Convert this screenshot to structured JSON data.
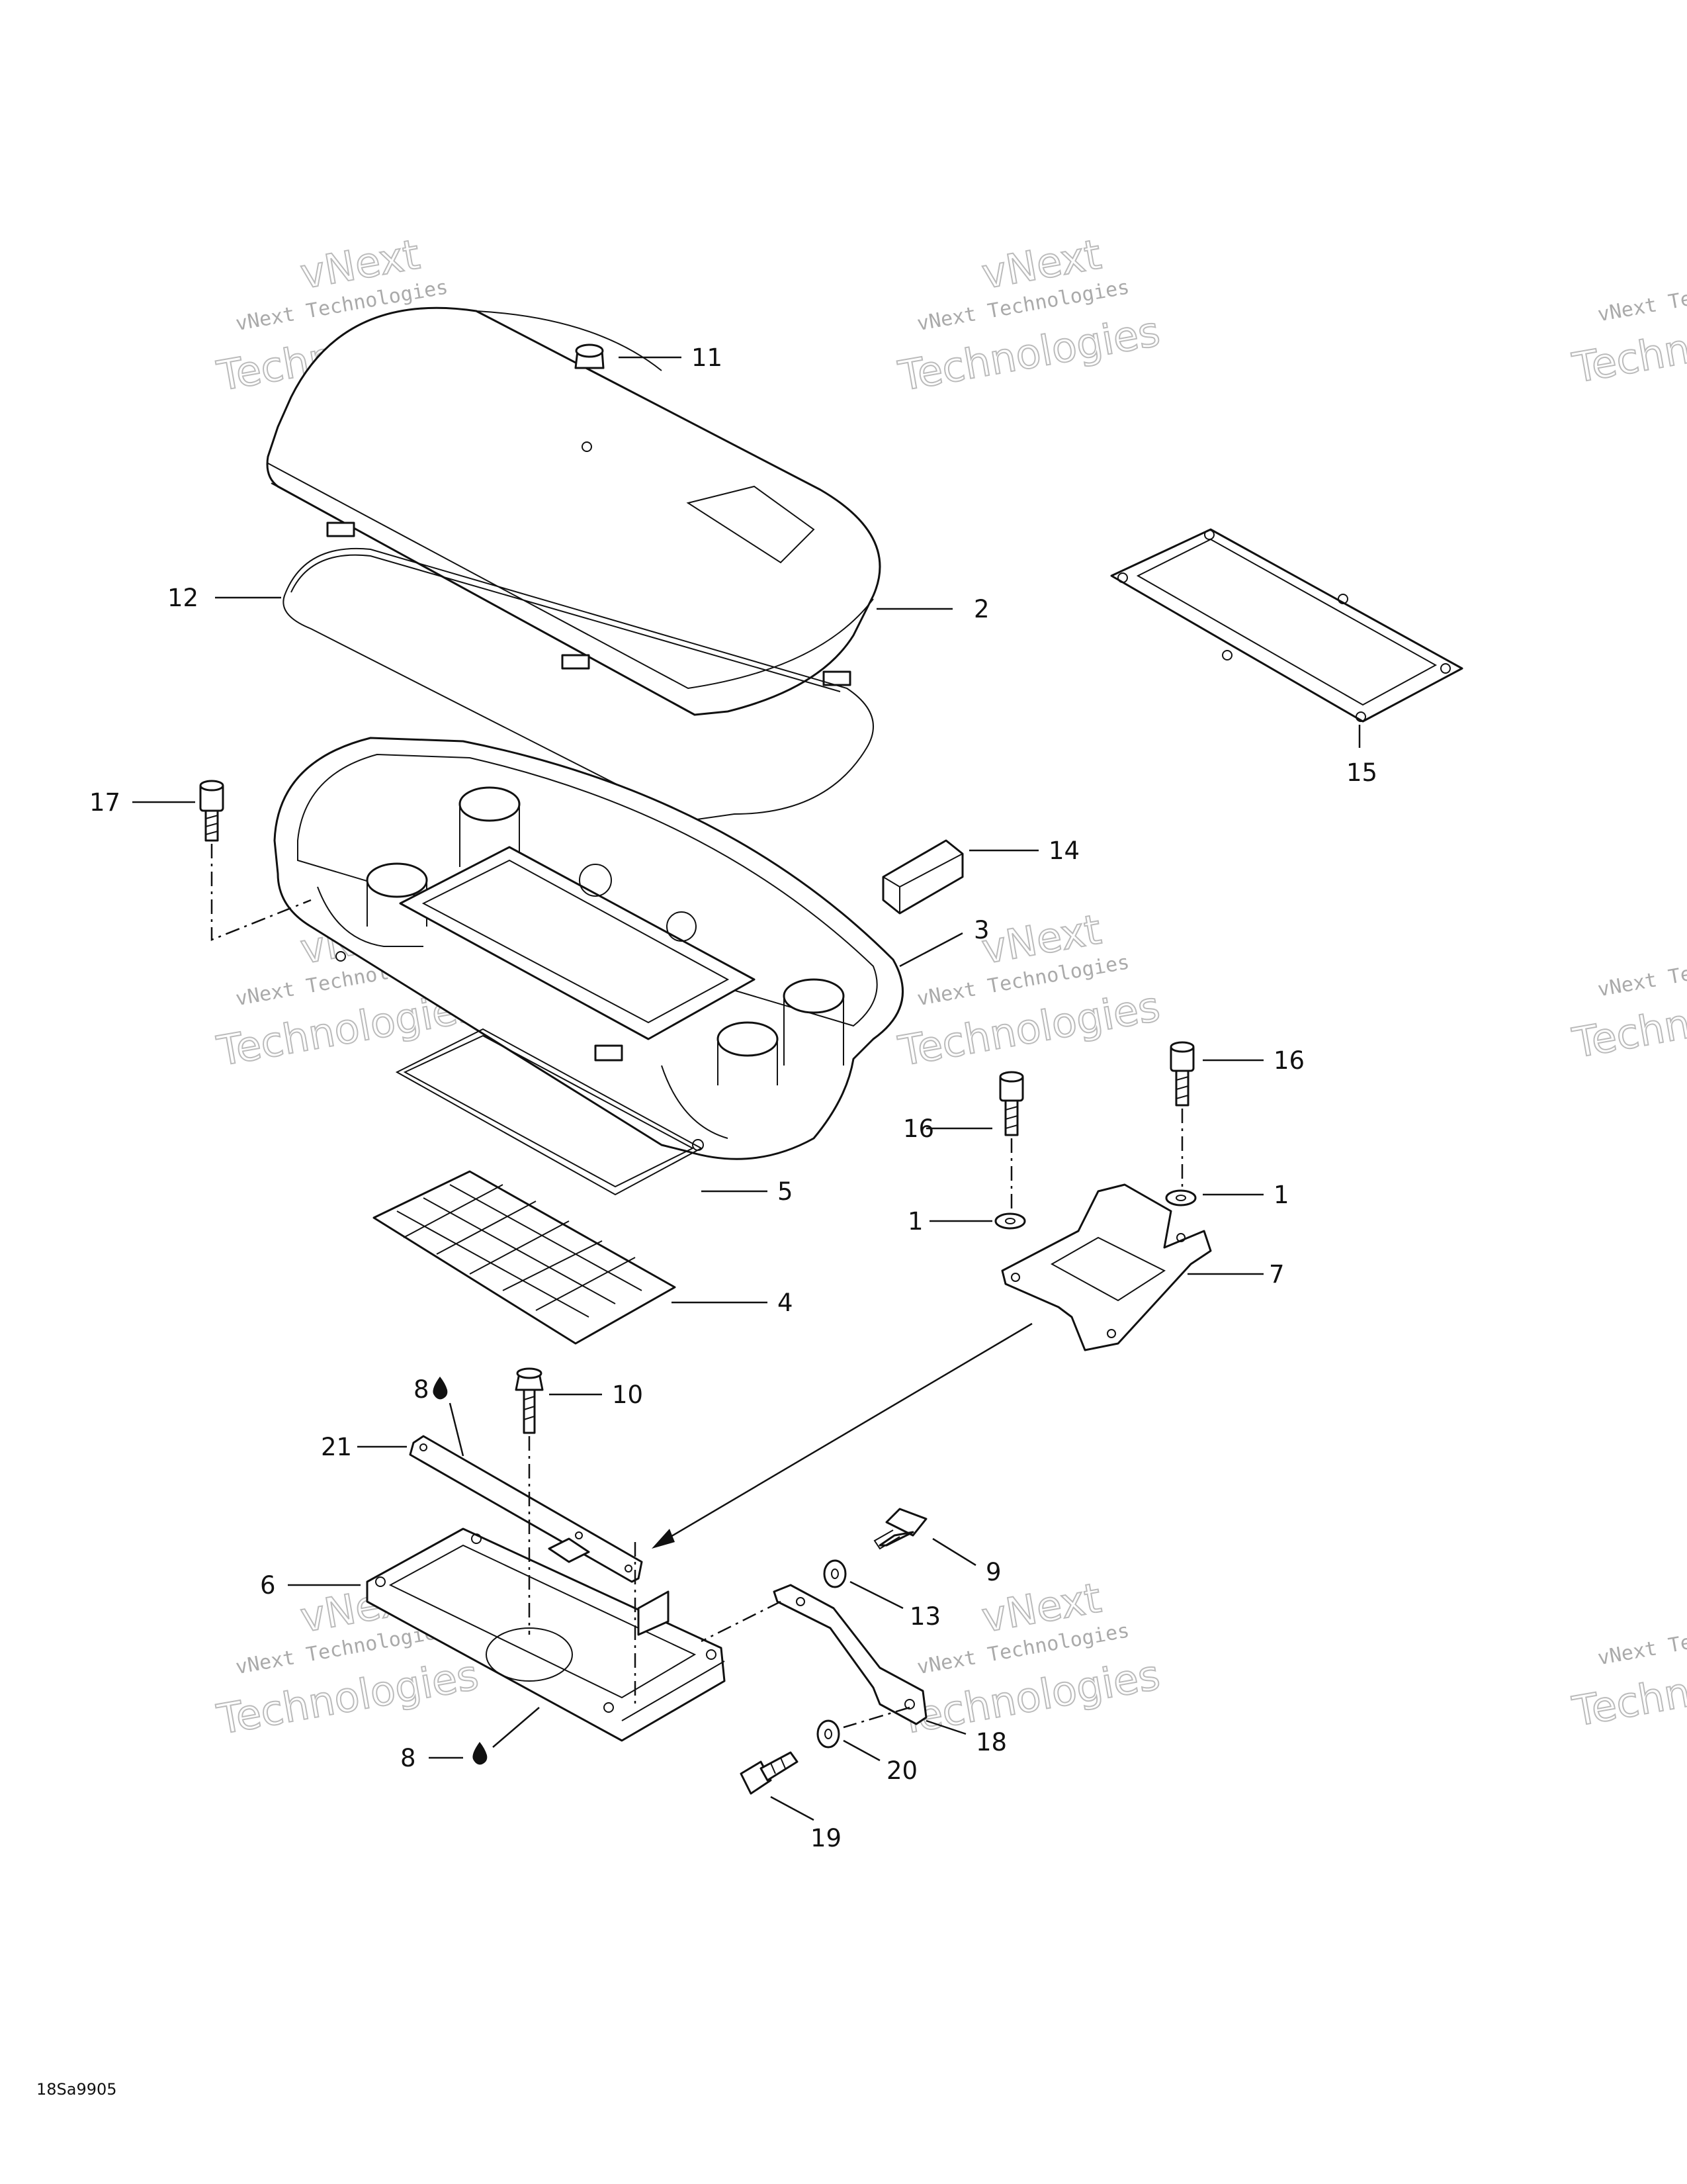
{
  "callouts": {
    "c11": "11",
    "c2": "2",
    "c12": "12",
    "c15": "15",
    "c17": "17",
    "c14": "14",
    "c3": "3",
    "c16a": "16",
    "c16b": "16",
    "c1a": "1",
    "c1b": "1",
    "c7": "7",
    "c5": "5",
    "c4": "4",
    "c8a": "8",
    "c10": "10",
    "c21": "21",
    "c6": "6",
    "c9": "9",
    "c13": "13",
    "c18": "18",
    "c20": "20",
    "c8b": "8",
    "c19": "19"
  },
  "watermark": {
    "line1": "vNext Technologies",
    "line2": "vNext",
    "line3": "Technologies"
  },
  "drawing_code": "18Sa9905",
  "icons": {
    "lubricant": "oil-drop-icon"
  }
}
